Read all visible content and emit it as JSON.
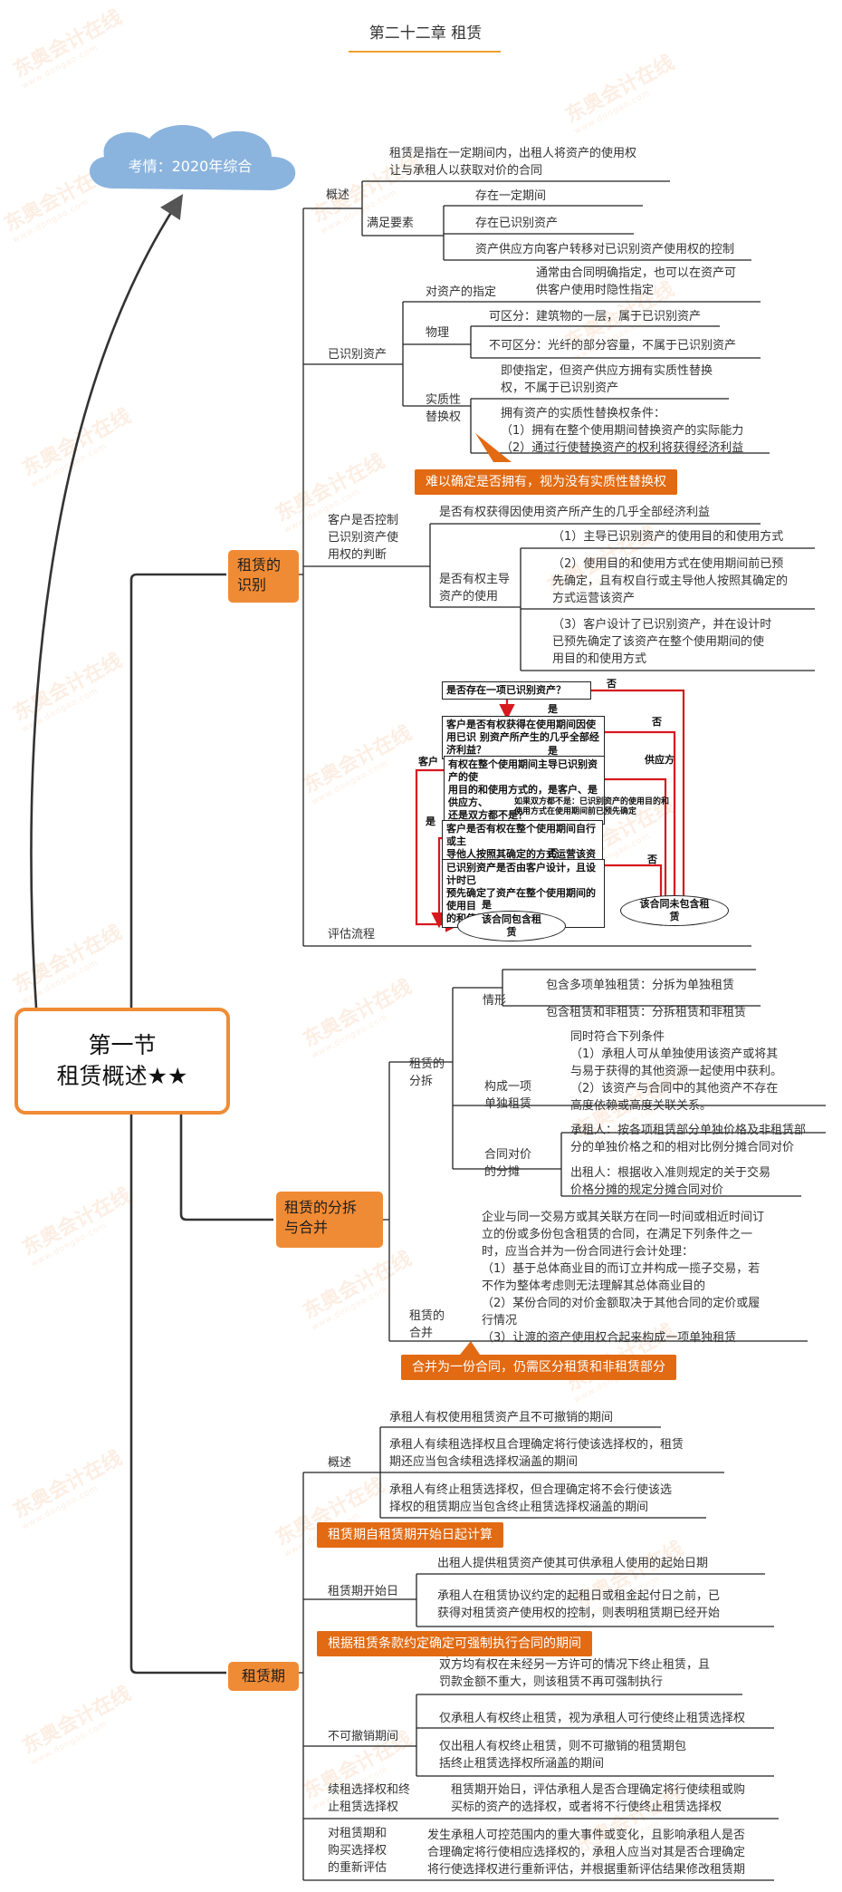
{
  "chapter_title": "第二十二章 租赁",
  "cloud_label": "考情：2020年综合",
  "root": {
    "line1": "第一节",
    "line2": "租赁概述★★"
  },
  "watermark": {
    "brand": "东奥会计在线",
    "site": "www.dongao.com"
  },
  "sec1": {
    "title": "租赁的识别",
    "overview": {
      "label": "概述",
      "definition": "租赁是指在一定期间内，出租人将资产的使用权\n让与承租人以获取对价的合同",
      "conditions_label": "满足要素",
      "conditions": [
        "存在一定期间",
        "存在已识别资产",
        "资产供应方向客户转移对已识别资产使用权的控制"
      ]
    },
    "identified_asset": {
      "label": "已识别资产",
      "designation_label": "对资产的指定",
      "designation_text": "通常由合同明确指定，也可以在资产可\n供客户使用时隐性指定",
      "physical_label": "物理",
      "physical_items": [
        "可区分：建筑物的一层，属于已识别资产",
        "不可区分：光纤的部分容量，不属于已识别资产"
      ],
      "substitution_label": "实质性\n替换权",
      "substitution_text1": "即使指定，但资产供应方拥有实质性替换\n权，不属于已识别资产",
      "substitution_text2": "拥有资产的实质性替换权条件：\n（1）拥有在整个使用期间替换资产的实际能力\n（2）通过行使替换资产的权利将获得经济利益",
      "callout": "难以确定是否拥有，视为没有实质性替换权"
    },
    "control": {
      "label": "客户是否控制\n已识别资产使\n用权的判断",
      "benefit_text": "是否有权获得因使用资产所产生的几乎全部经济利益",
      "direct_label": "是否有权主导\n资产的使用",
      "direct_items": [
        "（1）主导已识别资产的使用目的和使用方式",
        "（2）使用目的和使用方式在使用期间前已预\n先确定，且有权自行或主导他人按照其确定的\n方式运营该资产",
        "（3）客户设计了已识别资产，并在设计时\n已预先确定了该资产在整个使用期间的使\n用目的和使用方式"
      ]
    },
    "flow": {
      "label": "评估流程",
      "q1": "是否存在一项已识别资产？",
      "q2": "客户是否有权获得在使用期间因使用已识\n别资产所产生的几乎全部经济利益？",
      "q3": "有权在整个使用期间主导已识别资产的使\n用目的和使用方式的，是客户、是供应方、\n还是双方都不是？",
      "note": "如果双方都不是：已识别资产的使用目的和\n使用方式在使用期间前已预先确定",
      "q4": "客户是否有权在整个使用期间自行或主\n导他人按照其确定的方式运营该资产？",
      "q5": "已识别资产是否由客户设计，且设计时已\n预先确定了资产在整个使用期间的使用目\n的和使用方式？",
      "out_lease": "该合同包含租\n赁",
      "out_no_lease": "该合同未包含租\n赁",
      "yes": "是",
      "no": "否",
      "customer": "客户",
      "supplier": "供应方"
    }
  },
  "sec2": {
    "title": "租赁的分拆\n与合并",
    "split": {
      "label": "租赁的\n分拆",
      "situation_label": "情形",
      "situations": [
        "包含多项单独租赁：分拆为单独租赁",
        "包含租赁和非租赁：分拆租赁和非租赁"
      ],
      "separate_label": "构成一项\n单独租赁",
      "separate_text": "同时符合下列条件\n（1）承租人可从单独使用该资产或将其\n与易于获得的其他资源一起使用中获利。\n（2）该资产与合同中的其他资产不存在\n高度依赖或高度关联关系。",
      "allocation_label": "合同对价\n的分摊",
      "allocation_lessee": "承租人：按各项租赁部分单独价格及非租赁部\n分的单独价格之和的相对比例分摊合同对价",
      "allocation_lessor": "出租人：根据收入准则规定的关于交易\n价格分摊的规定分摊合同对价"
    },
    "merge": {
      "label": "租赁的\n合并",
      "text": "企业与同一交易方或其关联方在同一时间或相近时间订\n立的份或多份包含租赁的合同，在满足下列条件之一\n时，应当合并为一份合同进行会计处理：\n（1）基于总体商业目的而订立并构成一揽子交易，若\n不作为整体考虑则无法理解其总体商业目的\n（2）某份合同的对价金额取决于其他合同的定价或履\n行情况\n（3）让渡的资产使用权合起来构成一项单独租赁",
      "callout": "合并为一份合同，仍需区分租赁和非租赁部分"
    }
  },
  "sec3": {
    "title": "租赁期",
    "overview": {
      "label": "概述",
      "items": [
        "承租人有权使用租赁资产且不可撤销的期间",
        "承租人有续租选择权且合理确定将行使该选择权的，租赁\n期还应当包含续租选择权涵盖的期间",
        "承租人有终止租赁选择权，但合理确定将不会行使该选\n择权的租赁期应当包含终止租赁选择权涵盖的期间"
      ]
    },
    "callout1": "租赁期自租赁期开始日起计算",
    "start": {
      "label": "租赁期开始日",
      "items": [
        "出租人提供租赁资产使其可供承租人使用的起始日期",
        "承租人在租赁协议约定的起租日或租金起付日之前，已\n获得对租赁资产使用权的控制，则表明租赁期已经开始"
      ]
    },
    "callout2": "根据租赁条款约定确定可强制执行合同的期间",
    "noncancel": {
      "label": "不可撤销期间",
      "items": [
        "双方均有权在未经另一方许可的情况下终止租赁，且\n罚款金额不重大，则该租赁不再可强制执行",
        "仅承租人有权终止租赁，视为承租人可行使终止租赁选择权",
        "仅出租人有权终止租赁，则不可撤销的租赁期包\n括终止租赁选择权所涵盖的期间"
      ]
    },
    "renewal": {
      "label": "续租选择权和终\n止租赁选择权",
      "text": "租赁期开始日，评估承租人是否合理确定将行使续租或购\n买标的资产的选择权，或者将不行使终止租赁选择权"
    },
    "reassess": {
      "label": "对租赁期和\n购买选择权\n的重新评估",
      "text": "发生承租人可控范围内的重大事件或变化，且影响承租人是否\n合理确定将行使相应选择权的，承租人应当对其是否合理确定\n将行使选择权进行重新评估，并根据重新评估结果修改租赁期"
    }
  }
}
